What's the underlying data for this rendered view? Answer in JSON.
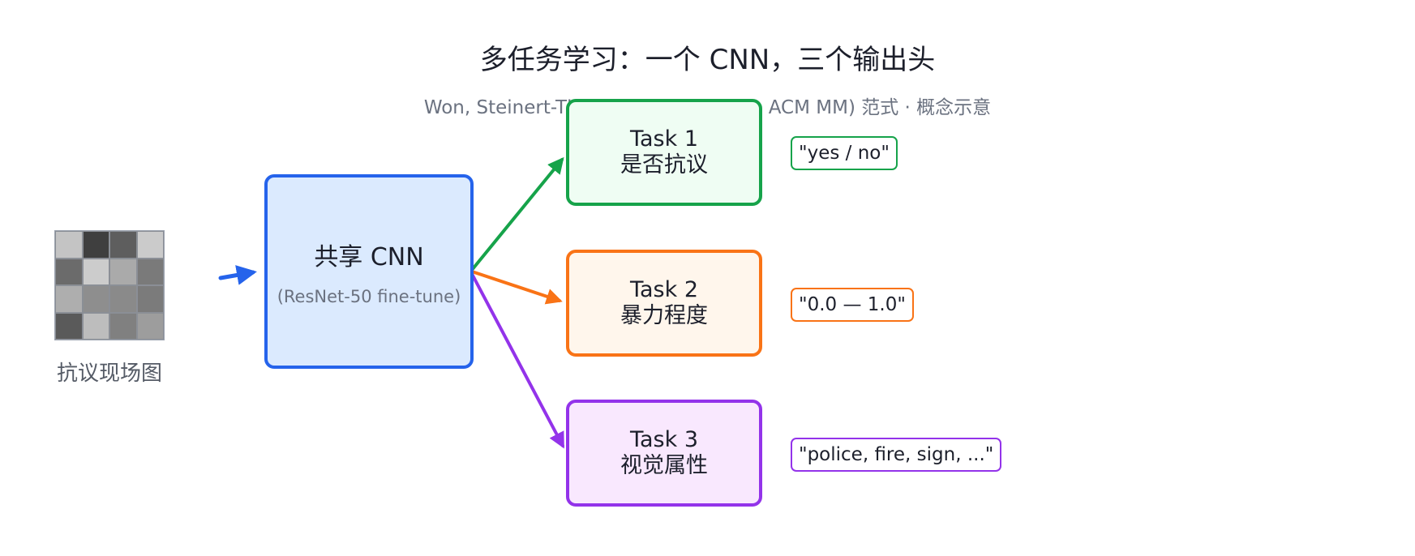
{
  "title": "多任务学习：一个 CNN，三个输出头",
  "subtitle": "Won, Steinert-Threlkeld & Joo (2017, ACM MM) 范式 · 概念示意",
  "input": {
    "label": "抗议现场图",
    "grid_shades": [
      "#c4c4c4",
      "#3f3f3f",
      "#5e5e5e",
      "#cbcbcb",
      "#6b6b6b",
      "#cccccc",
      "#aaaaaa",
      "#7a7a7a",
      "#aeaeae",
      "#8e8e8e",
      "#8a8a8a",
      "#7b7b7b",
      "#5a5a5a",
      "#bdbdbd",
      "#808080",
      "#9d9d9d"
    ]
  },
  "shared_cnn": {
    "title": "共享 CNN",
    "subtitle": "(ResNet-50 fine-tune)"
  },
  "tasks": [
    {
      "name": "Task 1",
      "label": "是否抗议",
      "output": "\"yes / no\"",
      "color": "#16a34a"
    },
    {
      "name": "Task 2",
      "label": "暴力程度",
      "output": "\"0.0 — 1.0\"",
      "color": "#f97316"
    },
    {
      "name": "Task 3",
      "label": "视觉属性",
      "output": "\"police, fire, sign, ...\"",
      "color": "#9333ea"
    }
  ],
  "colors": {
    "input_arrow": "#2563eb",
    "cnn_border": "#2563eb",
    "cnn_fill": "#dbeafe"
  }
}
